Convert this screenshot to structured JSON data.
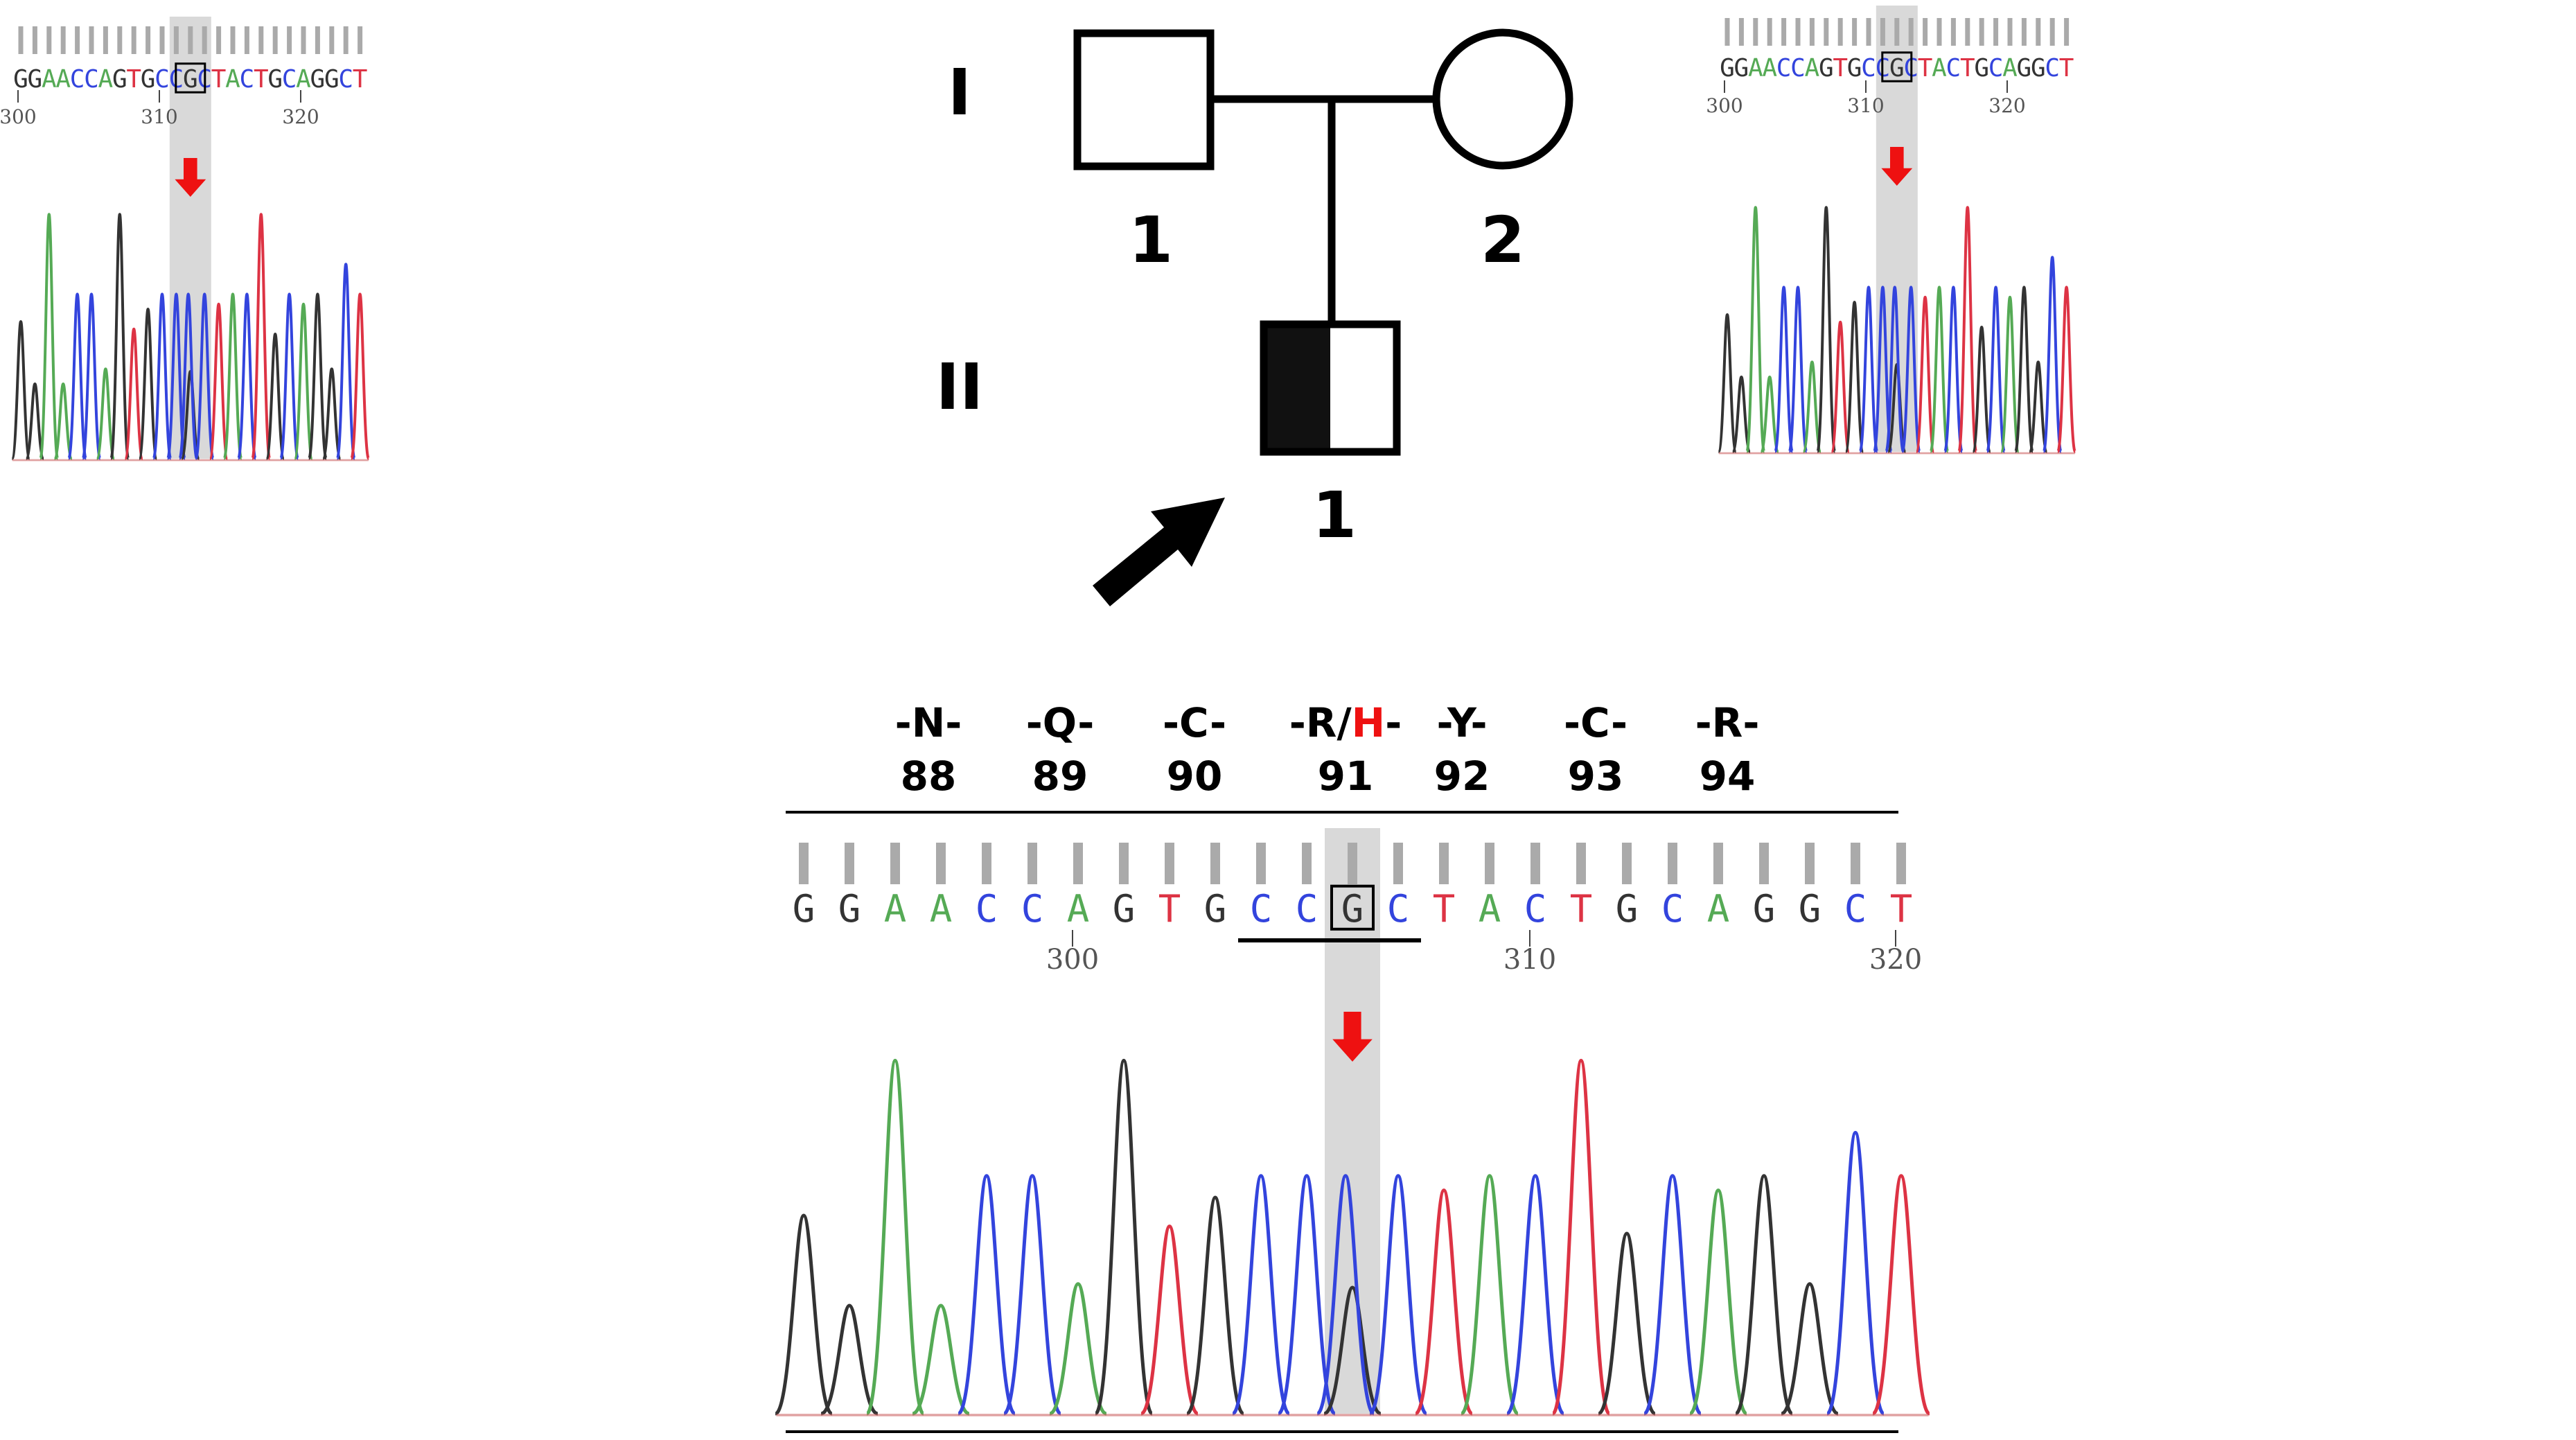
{
  "pedigree": {
    "generations": [
      "I",
      "II"
    ],
    "individuals": [
      {
        "generation": "I",
        "number": "1",
        "sex": "male",
        "status": "unaffected"
      },
      {
        "generation": "I",
        "number": "2",
        "sex": "female",
        "status": "unaffected"
      },
      {
        "generation": "II",
        "number": "1",
        "sex": "male",
        "status": "heterozygous carrier, proband"
      }
    ],
    "proband_marker": "arrow"
  },
  "codons": [
    {
      "aa": "-N-",
      "num": "88"
    },
    {
      "aa": "-Q-",
      "num": "89"
    },
    {
      "aa": "-C-",
      "num": "90"
    },
    {
      "aa_prefix": "-R/",
      "aa_variant": "H",
      "aa_suffix": "-",
      "num": "91"
    },
    {
      "aa": "-Y-",
      "num": "92"
    },
    {
      "aa": "-C-",
      "num": "93"
    },
    {
      "aa": "-R-",
      "num": "94"
    }
  ],
  "sequence": [
    "G",
    "G",
    "A",
    "A",
    "C",
    "C",
    "A",
    "G",
    "T",
    "G",
    "C",
    "C",
    "G",
    "C",
    "T",
    "A",
    "C",
    "T",
    "G",
    "C",
    "A",
    "G",
    "G",
    "C",
    "T"
  ],
  "highlighted_base_index": 12,
  "positions": {
    "top_left": [
      "300",
      "310",
      "320"
    ],
    "top_right": [
      "300",
      "310",
      "320"
    ],
    "bottom": [
      "300",
      "310",
      "320"
    ]
  },
  "colors": {
    "A": "#55aa55",
    "C": "#3344dd",
    "G": "#333333",
    "T": "#dd3344",
    "highlight": "#d9d9d9",
    "arrow": "#ee1111",
    "variant_aa": "#ee1111"
  }
}
